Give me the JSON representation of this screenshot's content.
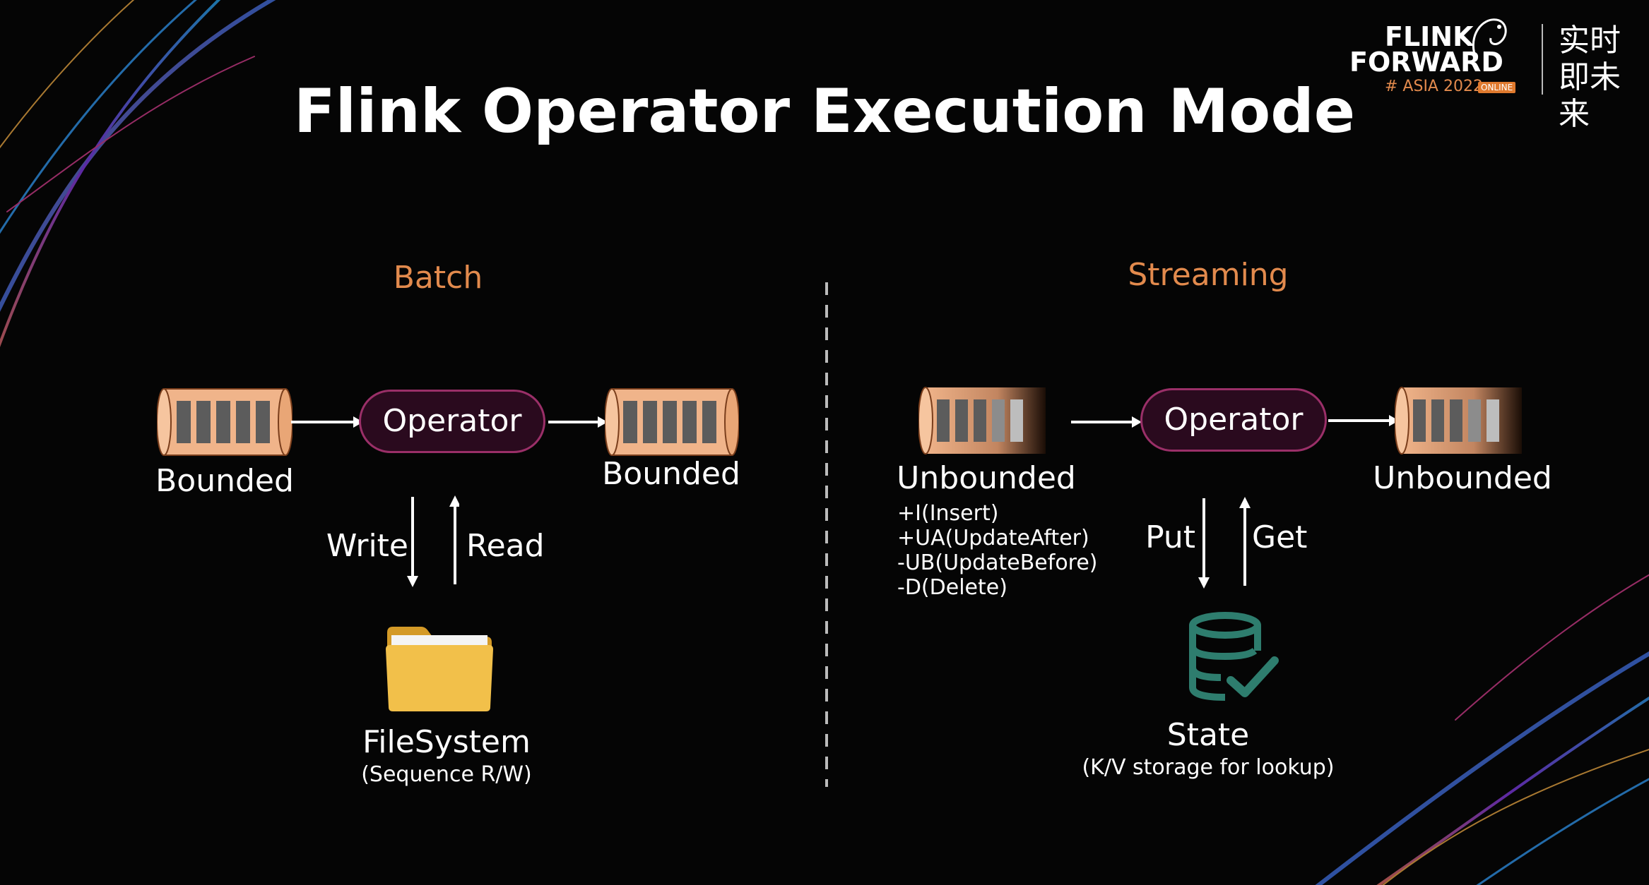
{
  "title": "Flink Operator Execution Mode",
  "logo": {
    "line1": "FLINK",
    "line2": "FORWARD",
    "line3": "# ASIA 2022",
    "badge": "ONLINE",
    "chinese": "实时即未来"
  },
  "batch": {
    "heading": "Batch",
    "input_label": "Bounded",
    "operator_label": "Operator",
    "output_label": "Bounded",
    "write_label": "Write",
    "read_label": "Read",
    "storage_label": "FileSystem",
    "storage_sub": "(Sequence R/W)"
  },
  "streaming": {
    "heading": "Streaming",
    "input_label": "Unbounded",
    "operator_label": "Operator",
    "output_label": "Unbounded",
    "changelog": [
      "+I(Insert)",
      "+UA(UpdateAfter)",
      "-UB(UpdateBefore)",
      "-D(Delete)"
    ],
    "put_label": "Put",
    "get_label": "Get",
    "storage_label": "State",
    "storage_sub": "(K/V storage for lookup)"
  },
  "colors": {
    "accent": "#e28a4d",
    "queue": "#f0b48a",
    "operator_border": "#9a2f68",
    "state_icon": "#2e7d6e",
    "folder": "#f2c04a"
  }
}
